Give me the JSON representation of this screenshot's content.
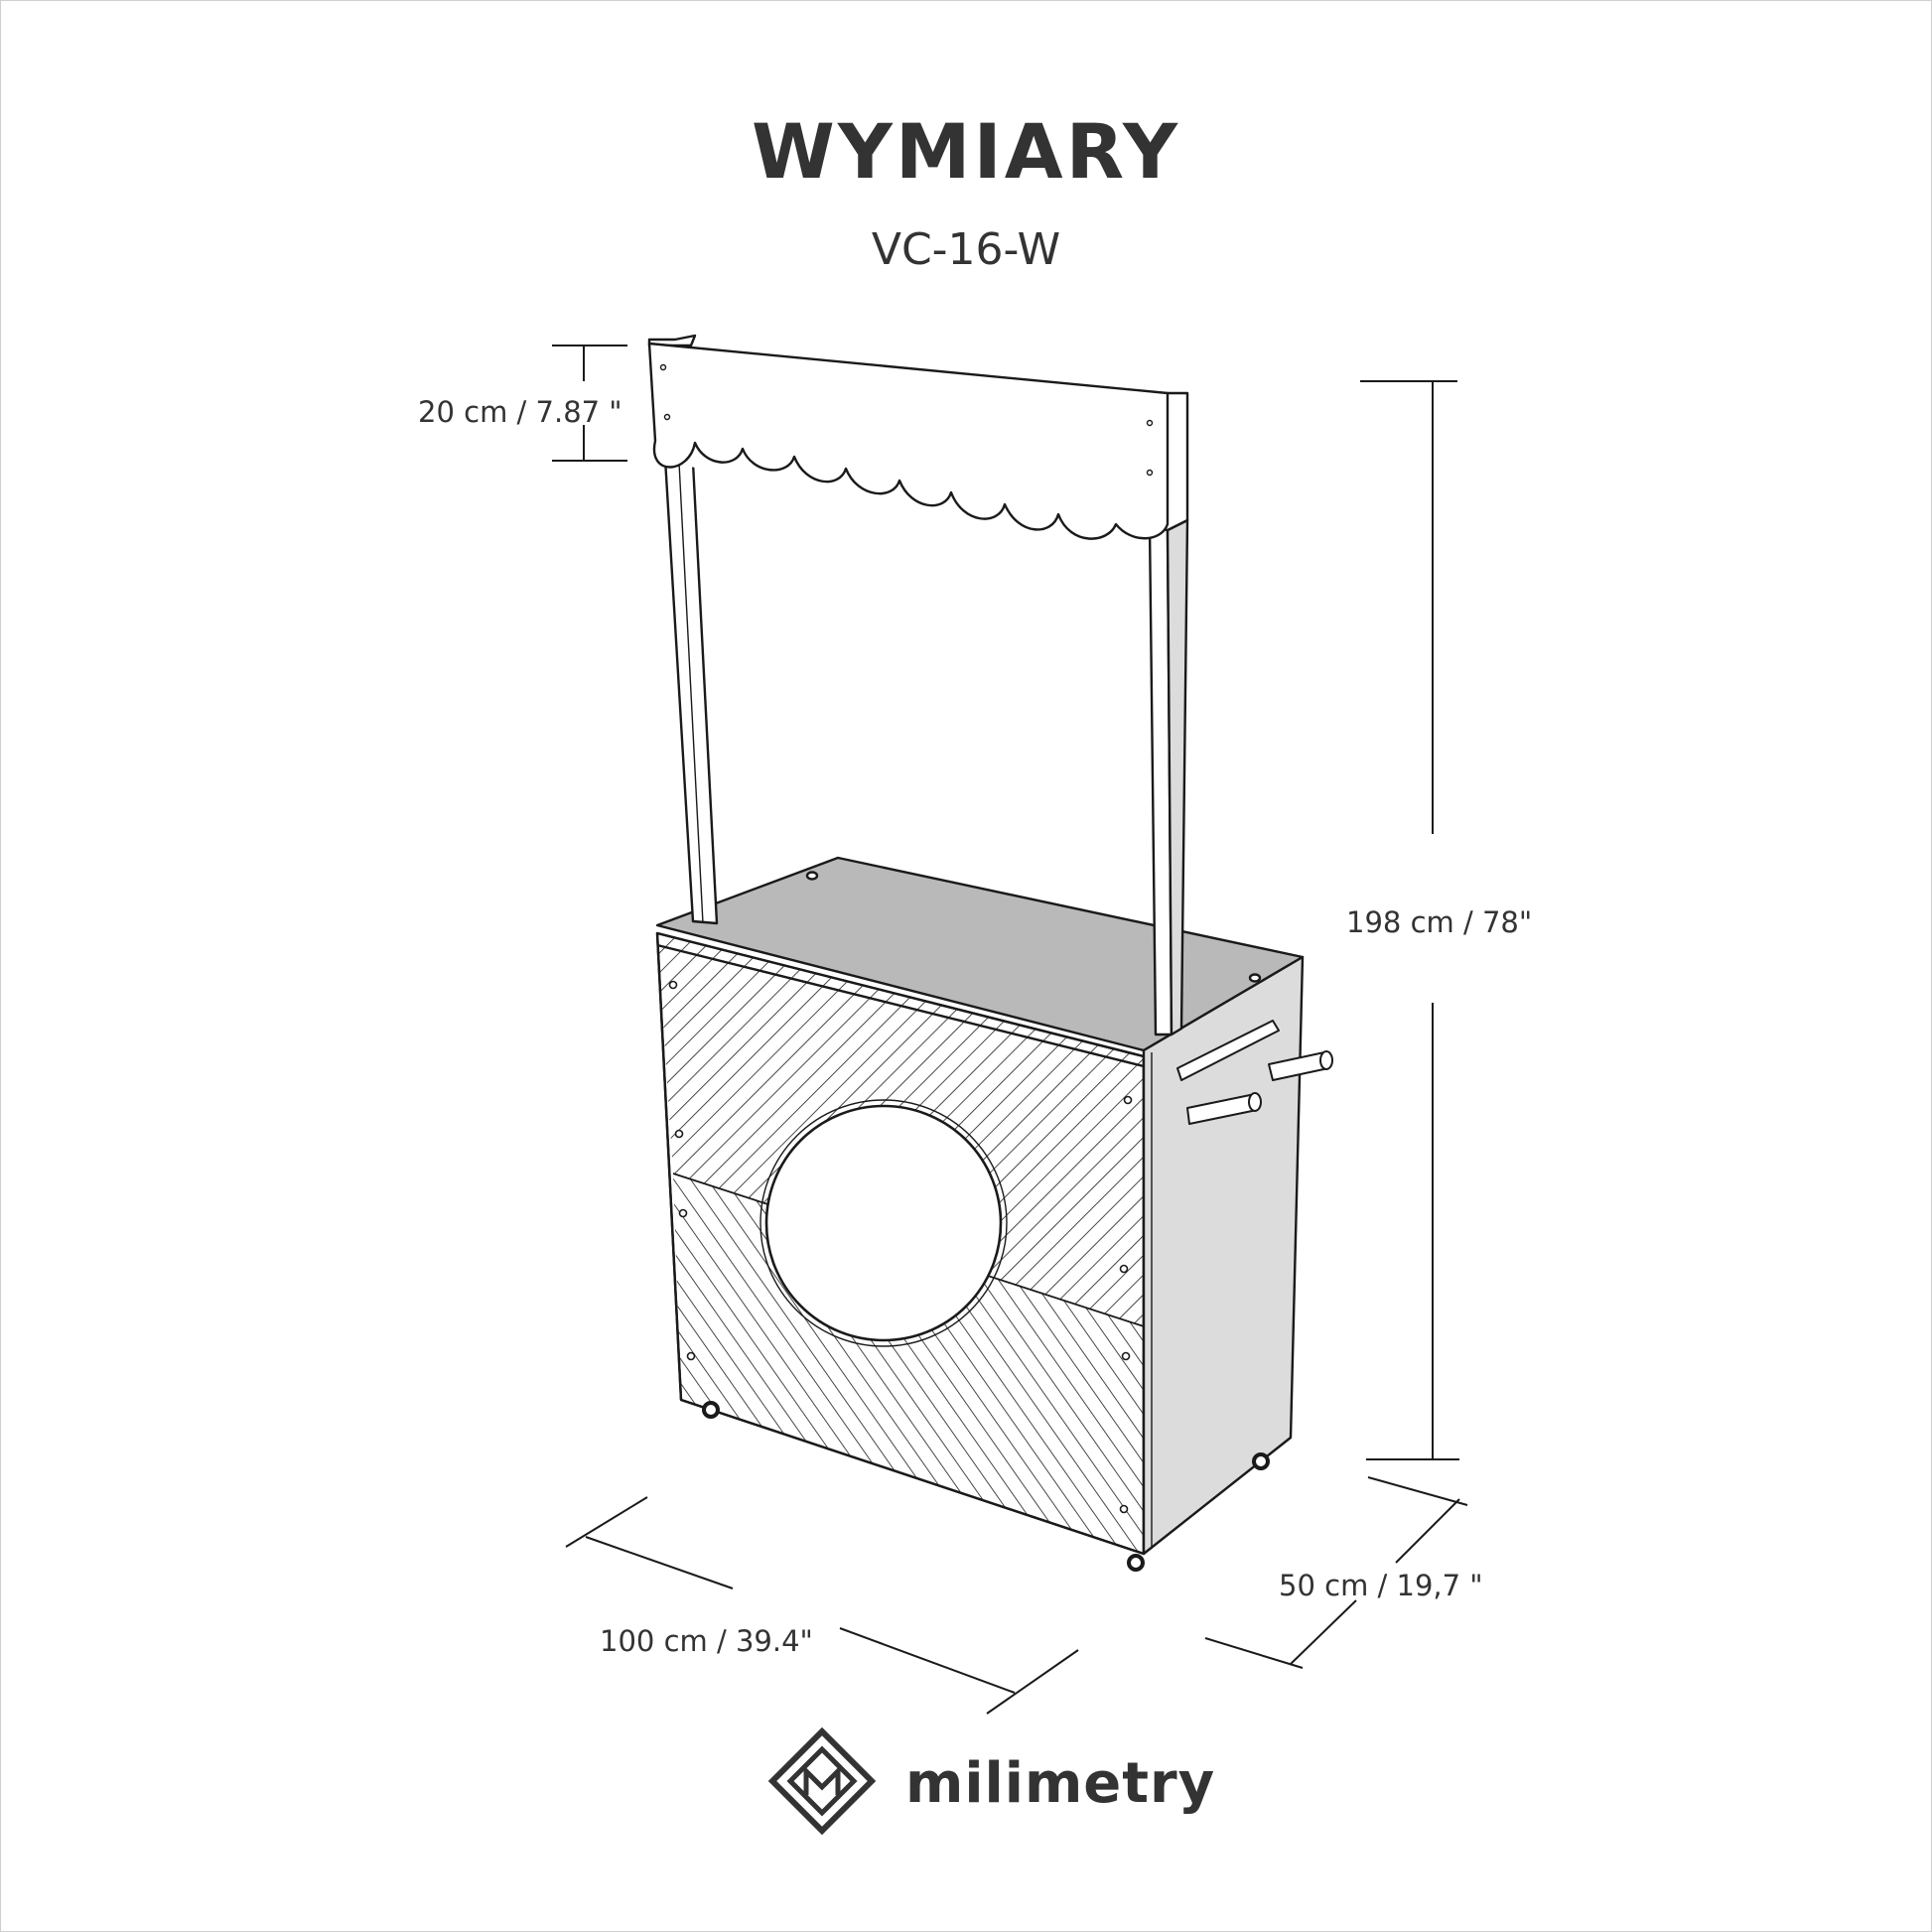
{
  "title": "WYMIARY",
  "model": "VC-16-W",
  "dimensions": {
    "awning_height": "20 cm / 7.87 \"",
    "total_height": "198 cm / 78\"",
    "width": "100 cm / 39.4\"",
    "depth": "50 cm / 19,7 \""
  },
  "brand": {
    "name": "milimetry",
    "logo_icon": "diamond-m-logo-icon"
  },
  "colors": {
    "line": "#1a1a1a",
    "top_surface": "#b9b9b9",
    "side_panel": "#dcdcdc",
    "text": "#333333"
  }
}
